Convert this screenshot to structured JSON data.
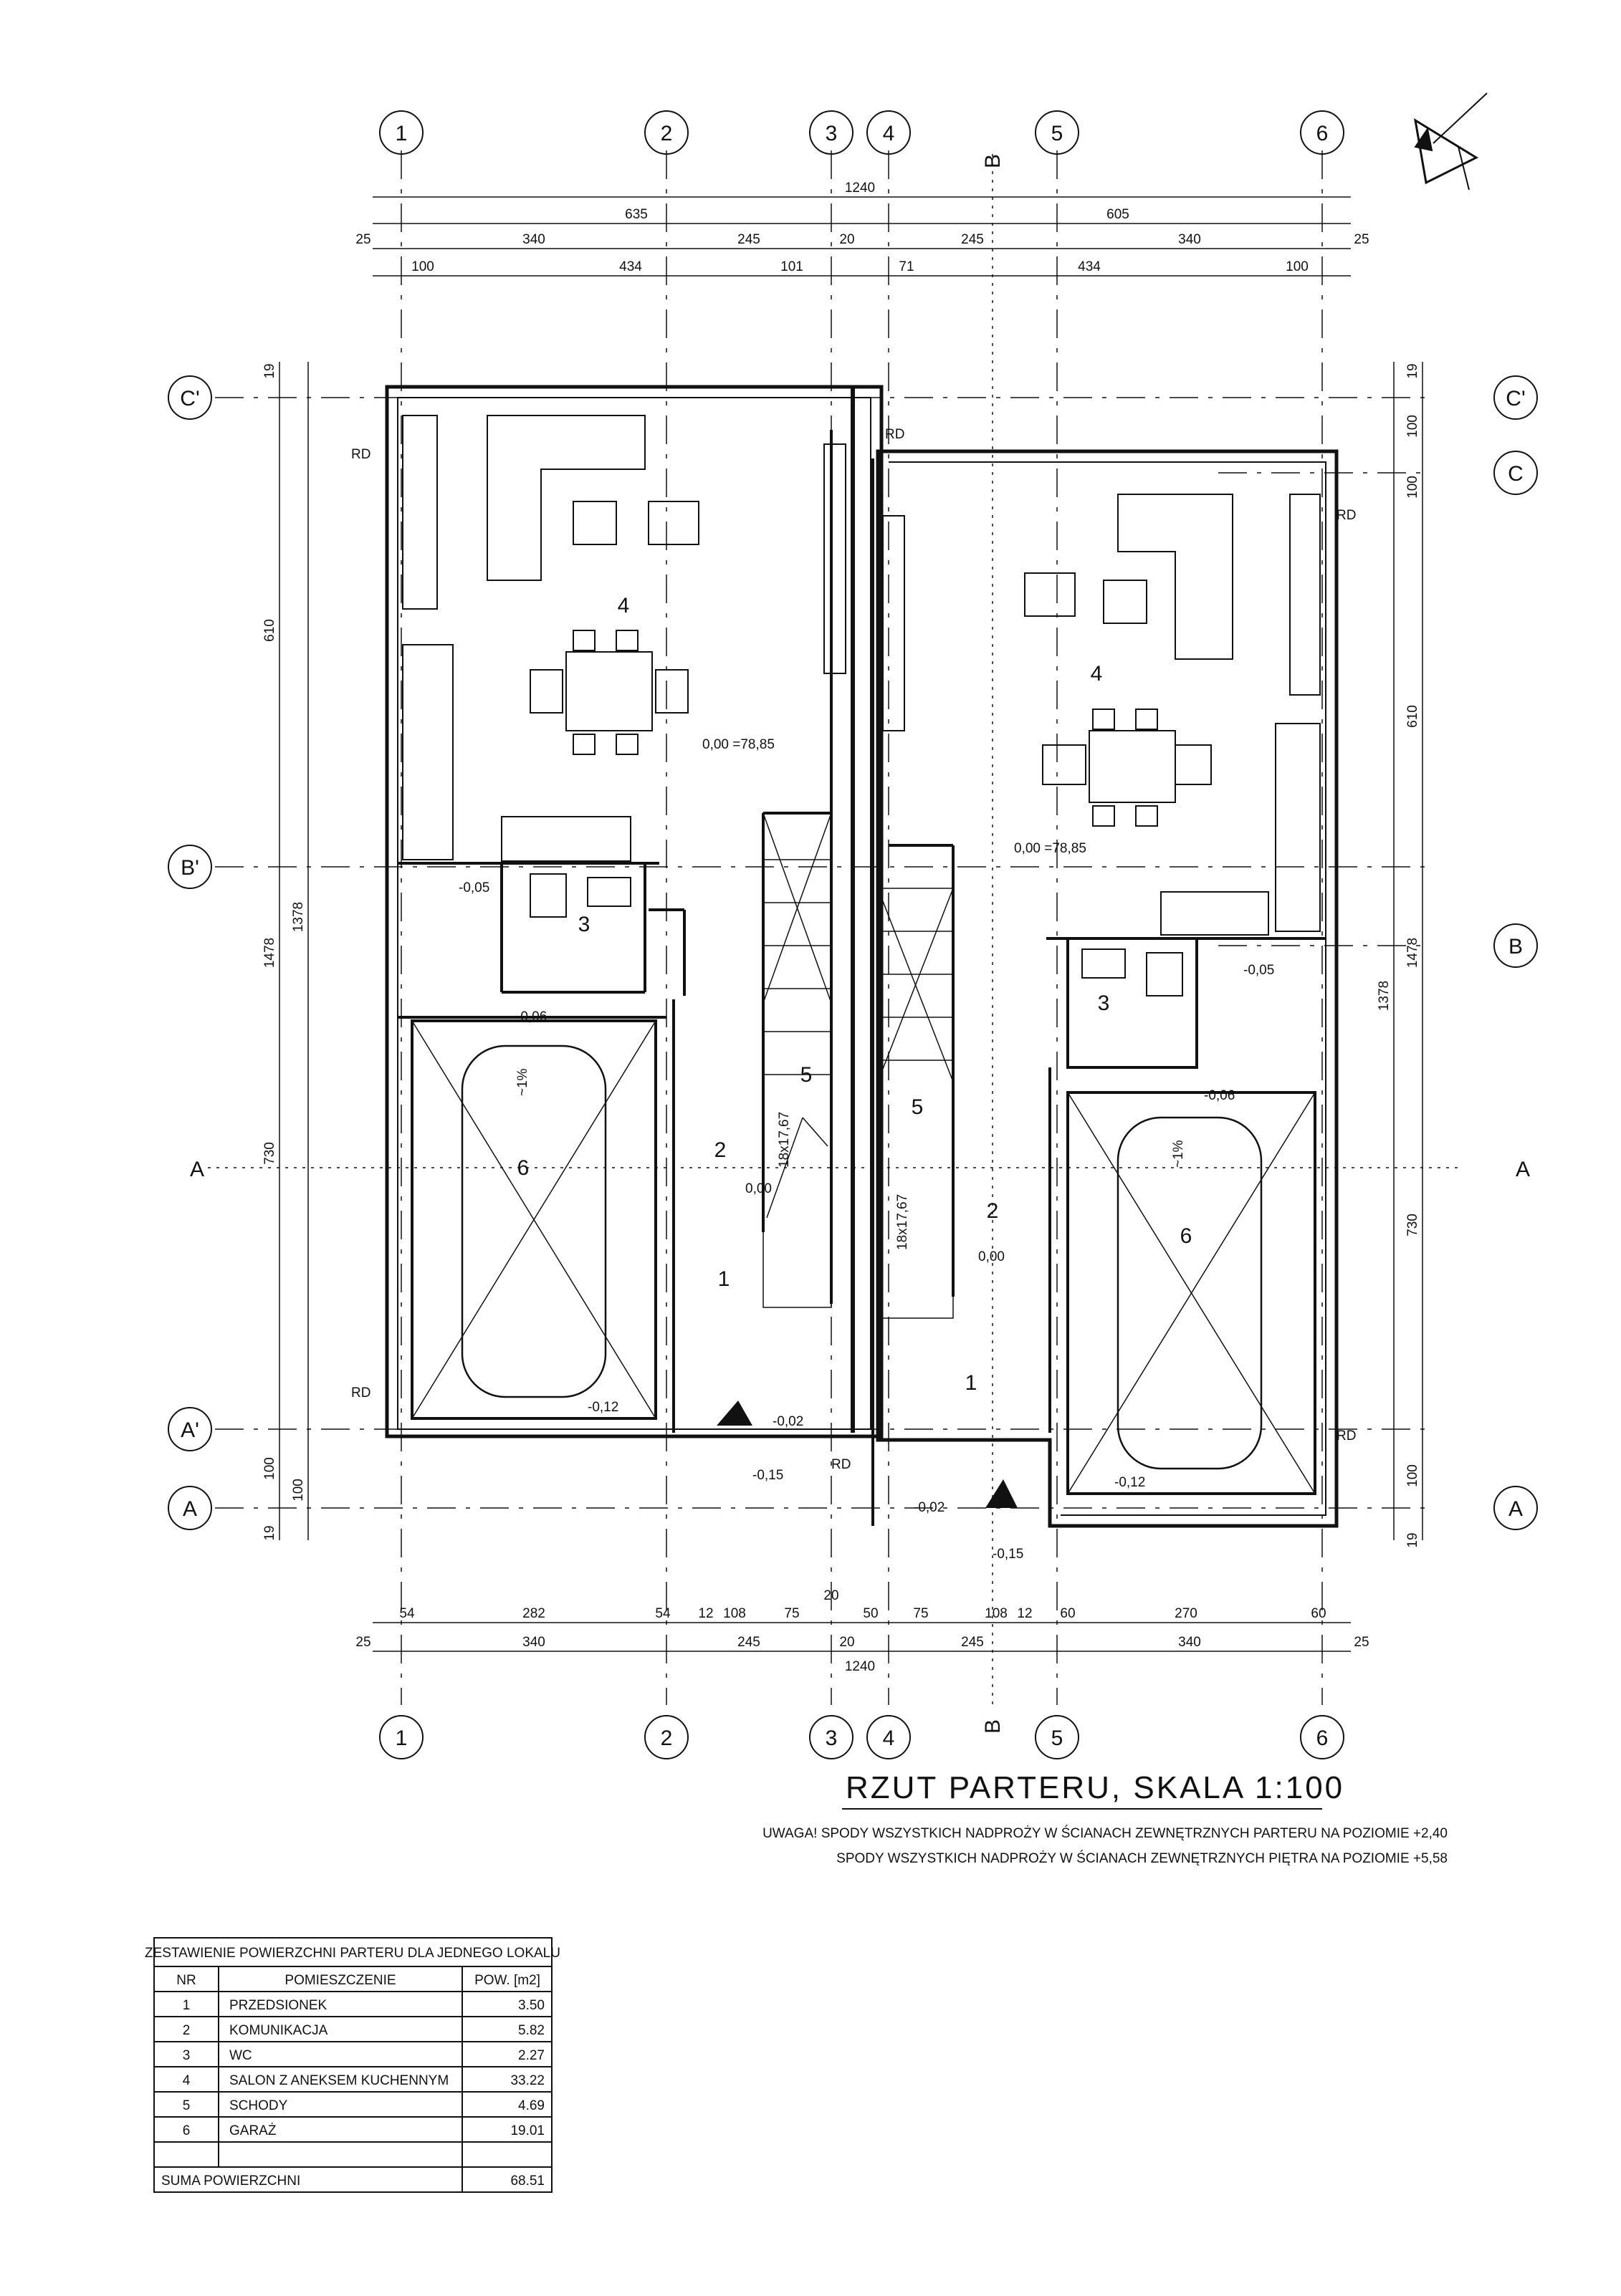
{
  "axes_top": [
    "1",
    "2",
    "3",
    "4",
    "5",
    "6"
  ],
  "axes_left": [
    "C'",
    "B'",
    "A'",
    "A"
  ],
  "axes_right": [
    "C'",
    "C",
    "B",
    "A"
  ],
  "section_marks": {
    "vertical": "B",
    "horizontal": "A"
  },
  "dims_top": {
    "total": "1240",
    "row1": [
      "635",
      "605"
    ],
    "row2": [
      "25",
      "340",
      "245",
      "20",
      "245",
      "340",
      "25"
    ],
    "row3": [
      "100",
      "434",
      "101",
      "71",
      "434",
      "100"
    ]
  },
  "dims_bottom": {
    "total": "1240",
    "row1": [
      "54",
      "282",
      "54",
      "12",
      "108",
      "75",
      "20",
      "50",
      "75",
      "108",
      "12",
      "60",
      "270",
      "60"
    ],
    "row2": [
      "25",
      "340",
      "245",
      "20",
      "245",
      "340",
      "25"
    ]
  },
  "dims_left": [
    "19",
    "610",
    "1378",
    "1478",
    "730",
    "100",
    "100",
    "19"
  ],
  "dims_right": [
    "19",
    "100",
    "100",
    "610",
    "1378",
    "1478",
    "730",
    "100",
    "19"
  ],
  "rooms_left": [
    {
      "nr": "4"
    },
    {
      "nr": "3"
    },
    {
      "nr": "2"
    },
    {
      "nr": "1"
    },
    {
      "nr": "5"
    },
    {
      "nr": "6"
    }
  ],
  "rooms_right": [
    {
      "nr": "4"
    },
    {
      "nr": "3"
    },
    {
      "nr": "2"
    },
    {
      "nr": "1"
    },
    {
      "nr": "5"
    },
    {
      "nr": "6"
    }
  ],
  "levels": [
    "0,00 =78,85",
    "0,00 =78,85",
    "0,00",
    "0,00",
    "-0,02",
    "-0,02",
    "-0,15",
    "-0,15",
    "-0,12",
    "-0,12",
    "-0,06",
    "-0,06",
    "-0,05",
    "-0,05"
  ],
  "stairs_label": "18x17,67",
  "slope_label": "~1%",
  "rd_label": "RD",
  "title": "RZUT PARTERU, SKALA 1:100",
  "notes": [
    "UWAGA! SPODY WSZYSTKICH NADPROŻY W ŚCIANACH ZEWNĘTRZNYCH PARTERU NA POZIOMIE +2,40",
    "SPODY WSZYSTKICH NADPROŻY W ŚCIANACH ZEWNĘTRZNYCH PIĘTRA NA POZIOMIE +5,58"
  ],
  "table": {
    "caption": "ZESTAWIENIE POWIERZCHNI PARTERU DLA JEDNEGO LOKALU",
    "headers": [
      "NR",
      "POMIESZCZENIE",
      "POW. [m2]"
    ],
    "rows": [
      [
        "1",
        "PRZEDSIONEK",
        "3.50"
      ],
      [
        "2",
        "KOMUNIKACJA",
        "5.82"
      ],
      [
        "3",
        "WC",
        "2.27"
      ],
      [
        "4",
        "SALON Z ANEKSEM KUCHENNYM",
        "33.22"
      ],
      [
        "5",
        "SCHODY",
        "4.69"
      ],
      [
        "6",
        "GARAŻ",
        "19.01"
      ]
    ],
    "sum_label": "SUMA POWIERZCHNI",
    "sum_value": "68.51"
  }
}
